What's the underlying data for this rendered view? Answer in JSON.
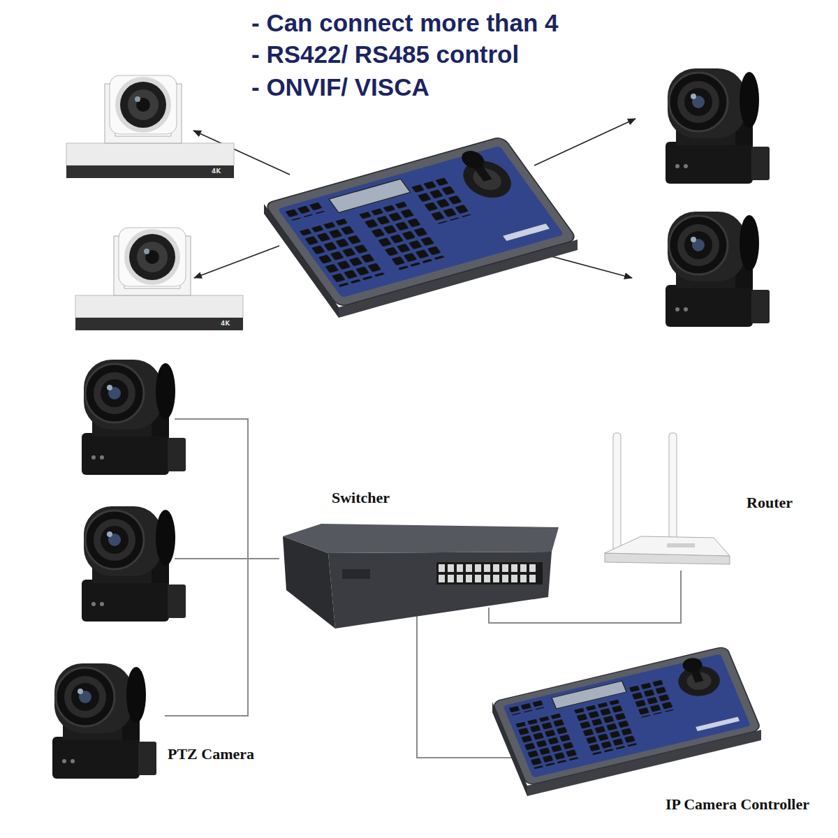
{
  "diagram": {
    "nodes": [
      {
        "text": [
          "Switcher"
        ]
      },
      {
        "text": [
          "Router"
        ]
      },
      {
        "text": [
          "PTZ Camera"
        ]
      },
      {
        "text": [
          "IP Camera Controller"
        ]
      }
    ],
    "edges": [
      {
        "from": 2,
        "to": 0,
        "arrow": "none"
      },
      {
        "from": 0,
        "to": 1,
        "arrow": "none"
      },
      {
        "from": 0,
        "to": 3,
        "arrow": "none"
      }
    ],
    "labels": [
      "- Can connect more than 4",
      "- RS422/ RS485 control",
      "- ONVIF/ VISCA",
      "4K",
      "4K"
    ]
  }
}
